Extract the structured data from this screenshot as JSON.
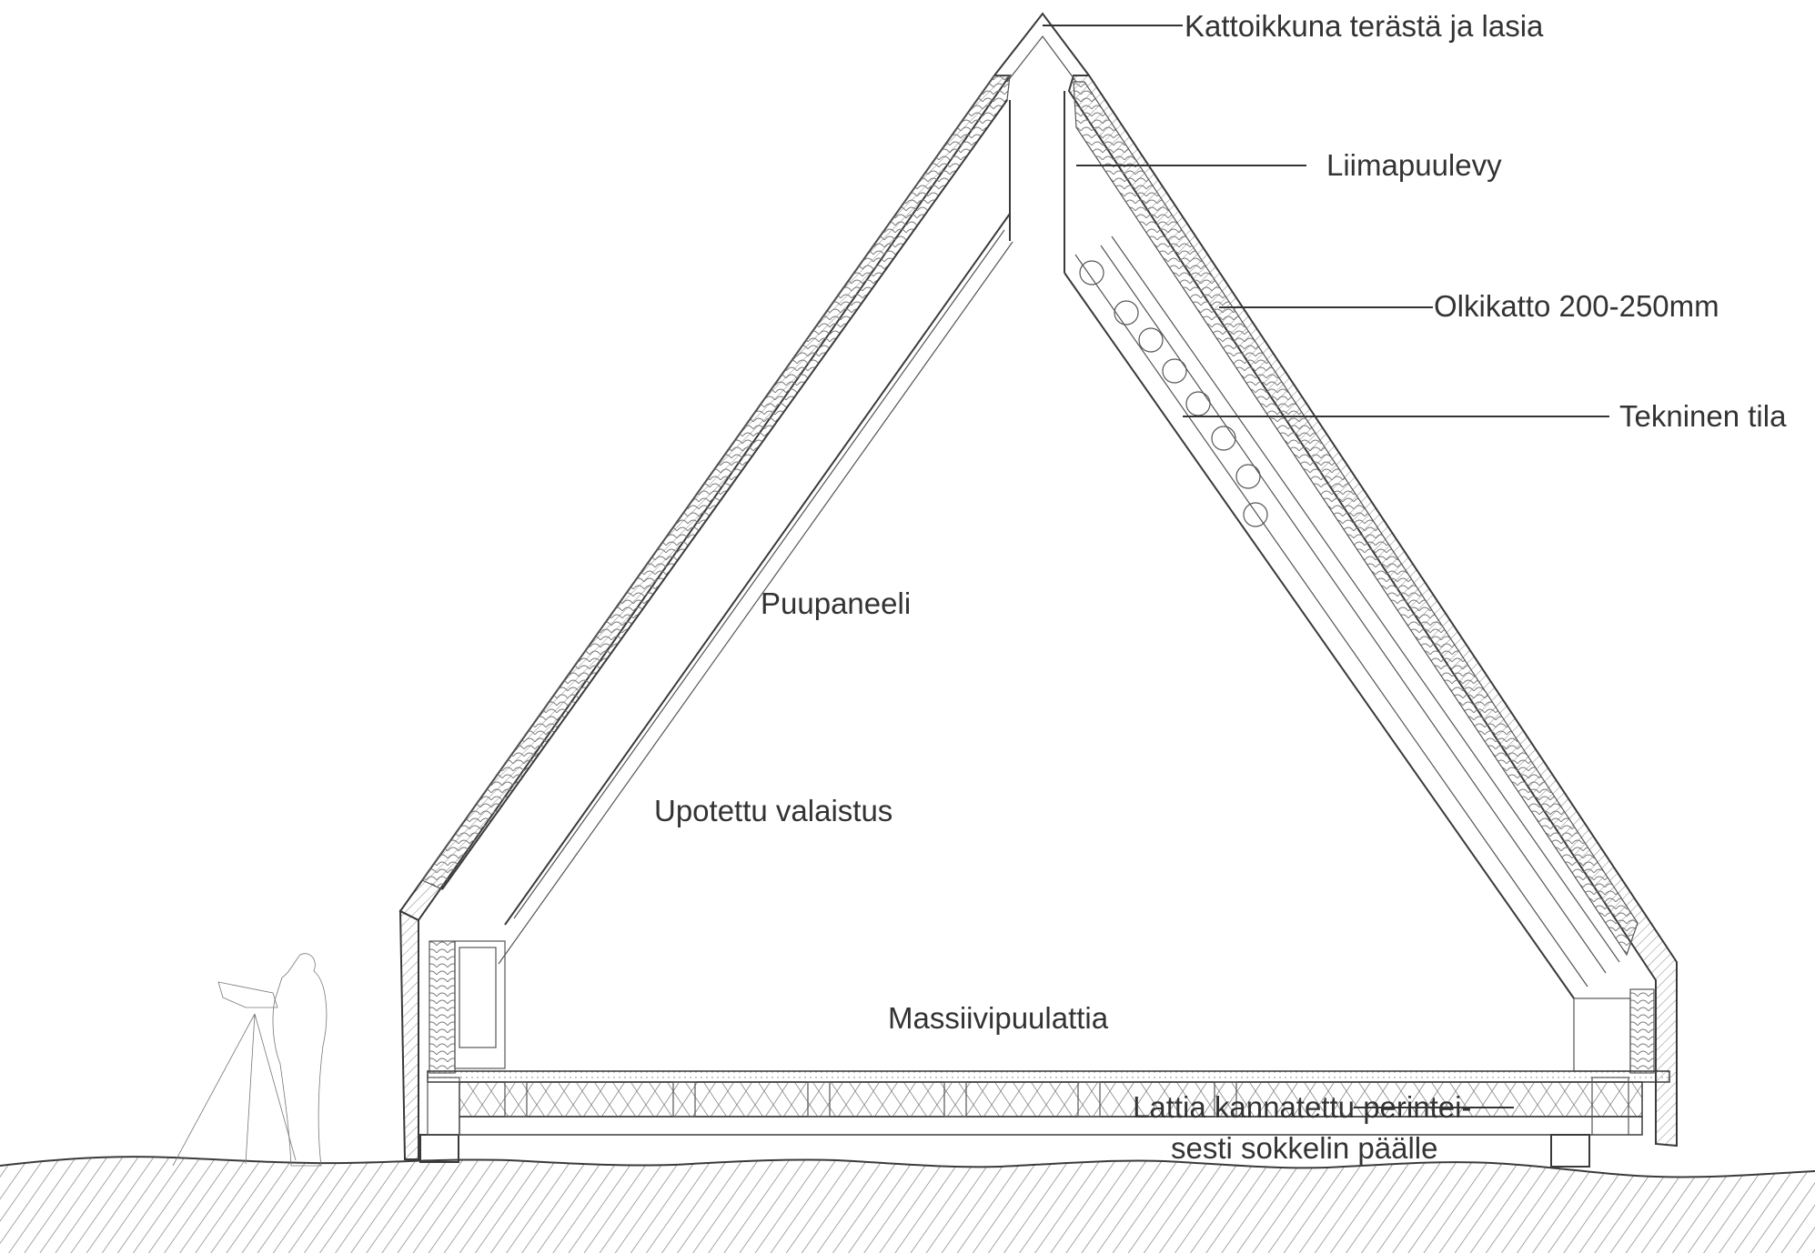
{
  "labels": {
    "skylight": "Kattoikkuna terästä ja lasia",
    "glulam": "Liimapuulevy",
    "thatch": "Olkikatto 200-250mm",
    "technical": "Tekninen tila",
    "panel": "Puupaneeli",
    "lighting": "Upotettu valaistus",
    "floor": "Massiivipuulattia",
    "support_line1": "Lattia kannatettu perintei-",
    "support_line2": "sesti sokkelin päälle"
  }
}
